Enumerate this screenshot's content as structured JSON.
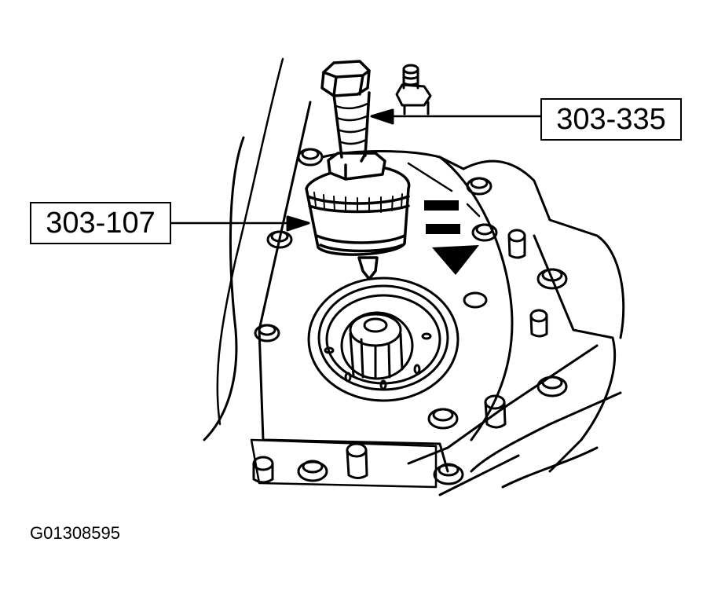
{
  "diagram": {
    "callouts": [
      {
        "id": "303-335",
        "label": "303-335"
      },
      {
        "id": "303-107",
        "label": "303-107"
      }
    ],
    "figure_id": "G01308595",
    "colors": {
      "line": "#000000",
      "background": "#ffffff"
    },
    "subject": "special tool 303-107 with forcing screw 303-335 installing seal into transmission housing",
    "direction_arrow": "down"
  }
}
